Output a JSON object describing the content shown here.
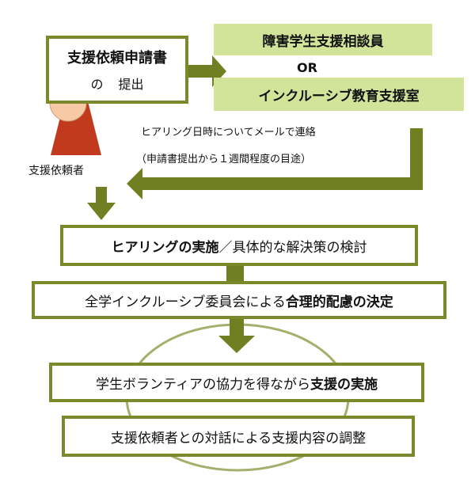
{
  "request": {
    "title": "支援依頼申請書",
    "particle": "の",
    "action": "提出"
  },
  "requester_label": "支援依頼者",
  "responders": {
    "first": "障害学生支援相談員",
    "or": "OR",
    "second": "インクルーシブ教育支援室"
  },
  "contact_note": {
    "line1": "ヒアリング日時についてメールで連絡",
    "line2": "（申請書提出から１週間程度の目途）"
  },
  "steps": {
    "hearing": {
      "bold": "ヒアリングの実施",
      "normal": "／具体的な解決策の検討"
    },
    "decision": {
      "normal": "全学インクルーシブ委員会による",
      "bold": "合理的配慮の決定"
    },
    "support": {
      "normal": "学生ボランティアの協力を得ながら",
      "bold": "支援の実施"
    },
    "dialogue": {
      "text": "支援依頼者との対話による支援内容の調整"
    }
  },
  "colors": {
    "border": "#7a8a2a",
    "arrow": "#6f7f22",
    "highlight": "#d2e39a",
    "person_body": "#c13a1e",
    "person_head": "#f7c9a4"
  }
}
